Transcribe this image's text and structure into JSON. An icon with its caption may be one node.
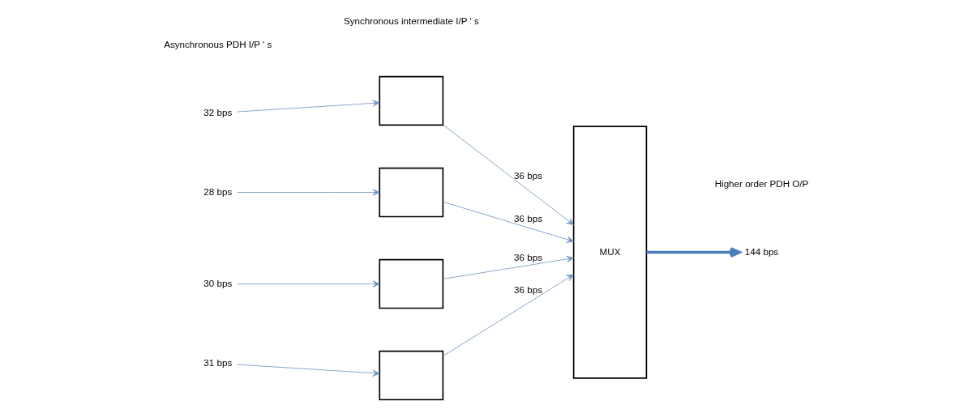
{
  "diagram": {
    "nodes": [
      {
        "text": [
          "32 bps"
        ]
      },
      {
        "text": [],
        "shape": "box"
      },
      {
        "text": [
          "28 bps"
        ]
      },
      {
        "text": [],
        "shape": "box"
      },
      {
        "text": [
          "30 bps"
        ]
      },
      {
        "text": [],
        "shape": "box"
      },
      {
        "text": [
          "31 bps"
        ]
      },
      {
        "text": [],
        "shape": "box"
      },
      {
        "text": [
          "MUX"
        ]
      },
      {
        "text": [
          "144 bps"
        ]
      }
    ],
    "edges": [
      {
        "from": 0,
        "to": 1,
        "arrow": "to"
      },
      {
        "from": 1,
        "to": 8,
        "arrow": "to",
        "label": "36 bps"
      },
      {
        "from": 2,
        "to": 3,
        "arrow": "to"
      },
      {
        "from": 3,
        "to": 8,
        "arrow": "to",
        "label": "36 bps"
      },
      {
        "from": 4,
        "to": 5,
        "arrow": "to"
      },
      {
        "from": 5,
        "to": 8,
        "arrow": "to",
        "label": "36 bps"
      },
      {
        "from": 6,
        "to": 7,
        "arrow": "to"
      },
      {
        "from": 7,
        "to": 8,
        "arrow": "to",
        "label": "36 bps"
      },
      {
        "from": 8,
        "to": 9,
        "arrow": "to",
        "style": "thick",
        "color": "#4a7ebb"
      }
    ],
    "labels": [
      "Asynchronous PDH I/P ' s",
      "Synchronous intermediate I/P ' s",
      "Higher order PDH O/P"
    ]
  }
}
